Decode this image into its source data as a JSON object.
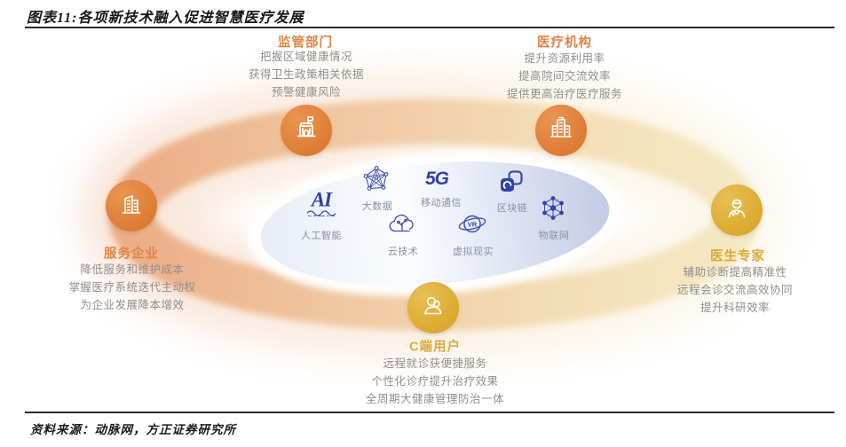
{
  "figure": {
    "title": "图表11:各项新技术融入促进智慧医疗发展",
    "source": "资料来源：动脉网，方正证券研究所"
  },
  "colors": {
    "orange_node": "#E0813C",
    "gold_node": "#DFAD36",
    "orange_label": "#E08445",
    "gold_label": "#DBA93C",
    "tech_icon_blue": "#3A4BAA",
    "tech_label_gray": "#8691A9",
    "description_gray": "#8F8F8F",
    "ring_gradient_left": "#EBAD85",
    "ring_gradient_right": "#F5E7C0",
    "inner_ellipse_tint": "#C5CCE6"
  },
  "stakeholders": [
    {
      "id": "regulator",
      "label": "监管部门",
      "icon": "government-building-icon",
      "lines": [
        "把握区域健康情况",
        "获得卫生政策相关依据",
        "预警健康风险"
      ]
    },
    {
      "id": "medical-institution",
      "label": "医疗机构",
      "icon": "hospital-building-icon",
      "lines": [
        "提升资源利用率",
        "提高院间交流效率",
        "提供更高治疗医疗服务"
      ]
    },
    {
      "id": "service-enterprise",
      "label": "服务企业",
      "icon": "office-buildings-icon",
      "lines": [
        "降低服务和维护成本",
        "掌握医疗系统迭代主动权",
        "为企业发展降本增效"
      ]
    },
    {
      "id": "doctor-expert",
      "label": "医生专家",
      "icon": "doctor-icon",
      "lines": [
        "辅助诊断提高精准性",
        "远程会诊交流高效协同",
        "提升科研效率"
      ]
    },
    {
      "id": "c-end-user",
      "label": "C端用户",
      "icon": "users-icon",
      "lines": [
        "远程就诊获便捷服务",
        "个性化诊疗提升治疗效果",
        "全周期大健康管理防治一体"
      ]
    }
  ],
  "technologies": [
    {
      "label": "人工智能",
      "glyph": "AI",
      "icon": "ai-icon"
    },
    {
      "label": "大数据",
      "icon": "big-data-network-icon"
    },
    {
      "label": "移动通信",
      "glyph": "5G",
      "icon": "5g-icon"
    },
    {
      "label": "区块链",
      "icon": "blockchain-icon"
    },
    {
      "label": "云技术",
      "icon": "cloud-tech-icon"
    },
    {
      "label": "虚拟现实",
      "glyph": "VR",
      "icon": "vr-icon"
    },
    {
      "label": "物联网",
      "icon": "iot-icon"
    }
  ]
}
